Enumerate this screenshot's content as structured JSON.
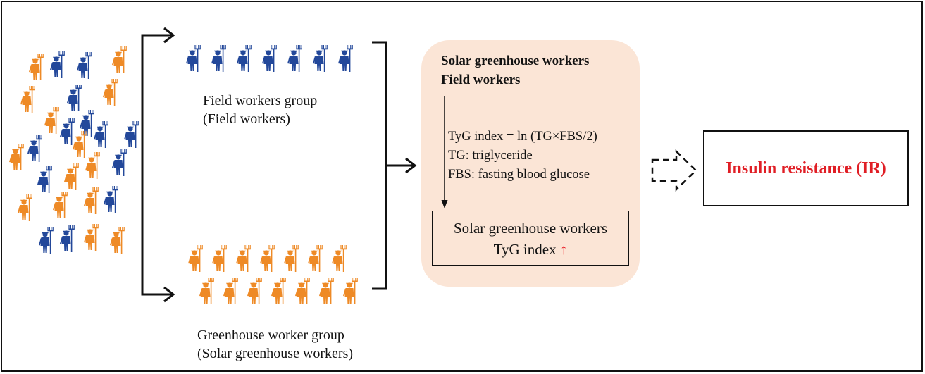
{
  "colors": {
    "field_worker": "#23489a",
    "greenhouse_worker": "#ee8a26",
    "panel_bg": "#fbe5d6",
    "highlight_red": "#e01e25"
  },
  "icons": {
    "worker": "farm-worker-with-rake-icon",
    "up_arrow": "red-up-arrow-icon",
    "dashed_arrow": "dashed-right-arrow-icon"
  },
  "groups": {
    "field": {
      "line1": "Field workers group",
      "line2": "(Field workers)"
    },
    "greenhouse": {
      "line1": "Greenhouse worker group",
      "line2": "(Solar greenhouse workers)"
    }
  },
  "panel": {
    "header1": "Solar greenhouse workers",
    "header2": "Field workers",
    "formula": "TyG index = ln (TG×FBS/2)",
    "tg_def": "TG: triglyceride",
    "fbs_def": "FBS: fasting blood glucose",
    "result_line1": "Solar greenhouse workers",
    "result_line2": "TyG index",
    "result_arrow": "↑"
  },
  "outcome": {
    "label": "Insulin resistance (IR)"
  }
}
